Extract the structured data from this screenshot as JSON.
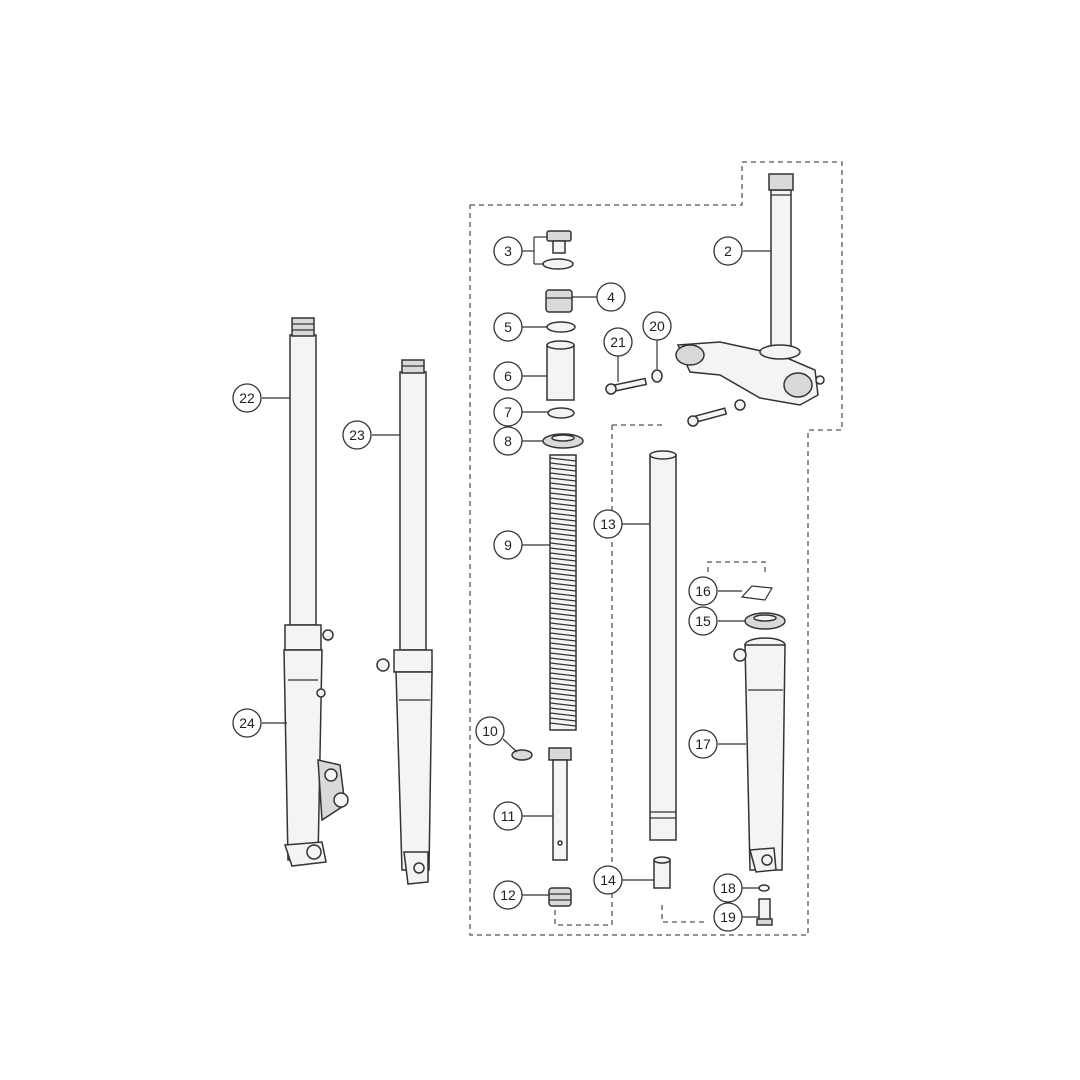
{
  "diagram": {
    "callouts": [
      {
        "id": "c2",
        "label": "2"
      },
      {
        "id": "c3",
        "label": "3"
      },
      {
        "id": "c4",
        "label": "4"
      },
      {
        "id": "c5",
        "label": "5"
      },
      {
        "id": "c6",
        "label": "6"
      },
      {
        "id": "c7",
        "label": "7"
      },
      {
        "id": "c8",
        "label": "8"
      },
      {
        "id": "c9",
        "label": "9"
      },
      {
        "id": "c10",
        "label": "10"
      },
      {
        "id": "c11",
        "label": "11"
      },
      {
        "id": "c12",
        "label": "12"
      },
      {
        "id": "c13",
        "label": "13"
      },
      {
        "id": "c14",
        "label": "14"
      },
      {
        "id": "c15",
        "label": "15"
      },
      {
        "id": "c16",
        "label": "16"
      },
      {
        "id": "c17",
        "label": "17"
      },
      {
        "id": "c18",
        "label": "18"
      },
      {
        "id": "c19",
        "label": "19"
      },
      {
        "id": "c20",
        "label": "20"
      },
      {
        "id": "c21",
        "label": "21"
      },
      {
        "id": "c22",
        "label": "22"
      },
      {
        "id": "c23",
        "label": "23"
      },
      {
        "id": "c24",
        "label": "24"
      }
    ]
  }
}
